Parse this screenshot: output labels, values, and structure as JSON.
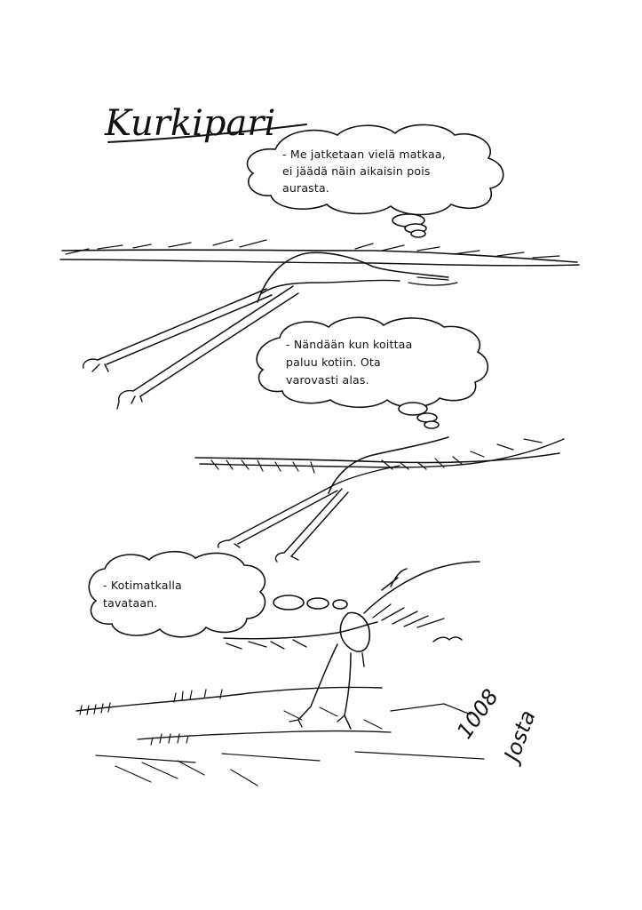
{
  "title": "Kurkipari",
  "bubbles": [
    {
      "lines": [
        "- Me jatketaan vielä matkaa,",
        "ei jäädä näin aikaisin pois",
        "aurasta."
      ]
    },
    {
      "lines": [
        "- Nändään kun koittaa",
        "paluu kotiin. Ota",
        "varovasti alas."
      ]
    },
    {
      "lines": [
        "- Kotimatkalla",
        "tavataan."
      ]
    }
  ],
  "signature": {
    "year": "1008",
    "name": "Josta"
  }
}
